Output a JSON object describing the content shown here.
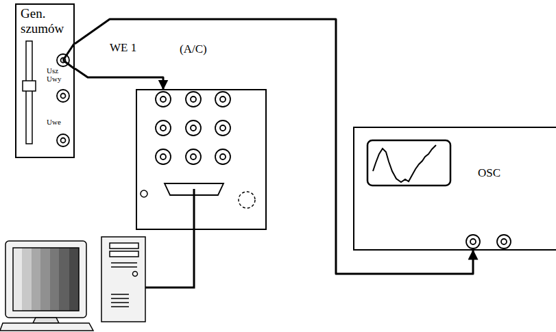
{
  "diagram": {
    "nodes": [
      {
        "text": [
          "Gen. szumów"
        ]
      },
      {
        "text": [
          "(A/C)"
        ]
      },
      {
        "text": [
          "OSC"
        ]
      }
    ],
    "edges": [
      {
        "from": 0,
        "to": 1,
        "arrow": "to"
      },
      {
        "from": 0,
        "to": 2,
        "arrow": "to"
      }
    ],
    "labels": [
      "Usz",
      "Uwy",
      "Uwe",
      "WE 1"
    ]
  }
}
